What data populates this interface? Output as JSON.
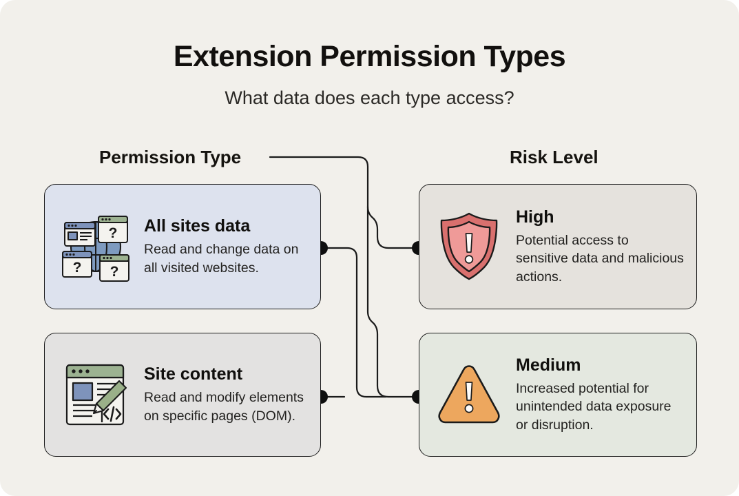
{
  "header": {
    "title": "Extension Permission Types",
    "subtitle": "What data does each type access?"
  },
  "columns": {
    "left_header": "Permission Type",
    "right_header": "Risk Level"
  },
  "colors": {
    "canvas_bg": "#f2f0eb",
    "stroke": "#1b1b1b",
    "all_sites_card_bg": "#dde2ee",
    "site_content_card_bg": "#e3e2e1",
    "high_card_bg": "#e5e2dd",
    "medium_card_bg": "#e4e8e0",
    "shield_outer": "#d9706e",
    "shield_inner": "#ef9a98",
    "triangle_fill": "#eda75e",
    "globe_blue": "#7e9bc0",
    "window_green": "#9cb291",
    "window_blue": "#7e93bb",
    "pencil_green": "#9ab089"
  },
  "permission_cards": [
    {
      "icon": "globe-browser-windows-icon",
      "title": "All sites data",
      "description": "Read and change data on all visited websites."
    },
    {
      "icon": "document-pencil-code-icon",
      "title": "Site content",
      "description": "Read and modify elements on specific pages (DOM)."
    }
  ],
  "risk_cards": [
    {
      "icon": "shield-exclamation-icon",
      "title": "High",
      "description": "Potential access to sensitive data and malicious actions."
    },
    {
      "icon": "warning-triangle-icon",
      "title": "Medium",
      "description": "Increased potential for unintended data exposure or disruption."
    }
  ],
  "connectors": [
    {
      "from": "All sites data",
      "to": "Medium"
    },
    {
      "from": "Site content",
      "to": "High"
    }
  ]
}
